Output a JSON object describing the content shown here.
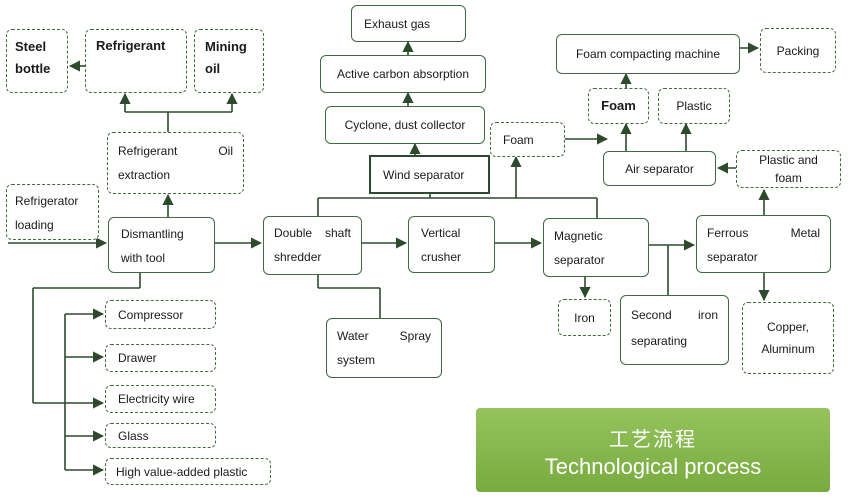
{
  "nodes": {
    "steel_bottle": "Steel bottle",
    "refrigerant": "Refrigerant",
    "mining_oil": "Mining oil",
    "refrigerant_oil_extraction": "Refrigerant Oil extraction",
    "refrigerator_loading": "Refrigerator loading",
    "dismantling": "Dismantling with tool",
    "double_shaft_shredder": "Double shaft shredder",
    "vertical_crusher": "Vertical crusher",
    "magnetic_separator": "Magnetic separator",
    "ferrous_metal_separator": "Ferrous Metal separator",
    "exhaust_gas": "Exhaust gas",
    "active_carbon_absorption": "Active carbon absorption",
    "cyclone_dust_collector": "Cyclone, dust collector",
    "wind_separator": "Wind separator",
    "foam_left": "Foam",
    "foam_compacting_machine": "Foam compacting machine",
    "packing": "Packing",
    "foam_right": "Foam",
    "plastic": "Plastic",
    "air_separator": "Air separator",
    "plastic_and_foam": "Plastic and foam",
    "iron": "Iron",
    "second_iron_separating": "Second iron separating",
    "copper_aluminum": "Copper, Aluminum",
    "water_spray_system": "Water Spray system",
    "compressor": "Compressor",
    "drawer": "Drawer",
    "electricity_wire": "Electricity wire",
    "glass": "Glass",
    "high_value_plastic": "High value-added plastic"
  },
  "banner": {
    "chinese": "工艺流程",
    "english": "Technological process"
  },
  "colors": {
    "border": "#3f6b3f",
    "line": "#2d4a2d",
    "banner_top": "#95c25d",
    "banner_bottom": "#78ab3f"
  }
}
